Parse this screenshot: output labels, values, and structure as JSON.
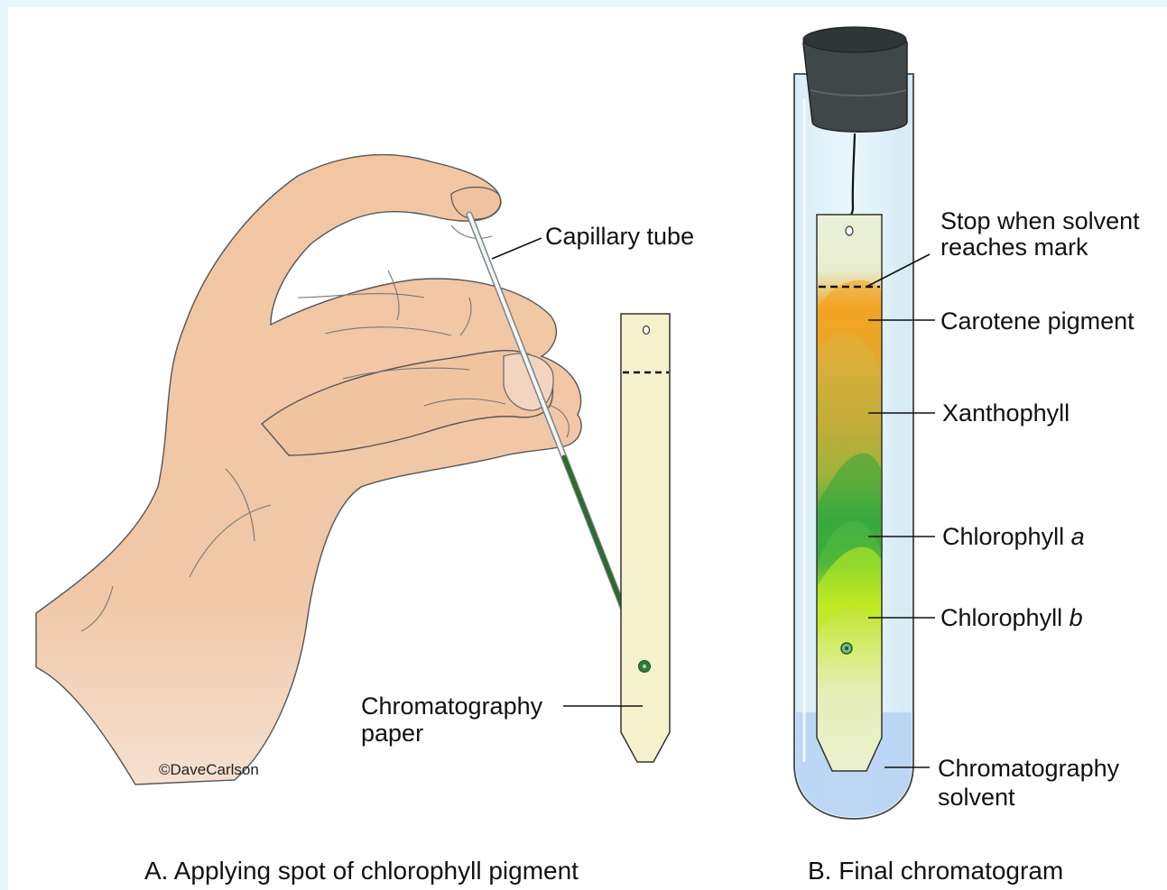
{
  "panel_a": {
    "caption": "A. Applying spot of chlorophyll pigment",
    "capillary_label": "Capillary tube",
    "paper_label_line1": "Chromatography",
    "paper_label_line2": "paper",
    "copyright": "©DaveCarlson"
  },
  "panel_b": {
    "caption": "B. Final chromatogram",
    "stop_line1": "Stop when solvent",
    "stop_line2": "reaches mark",
    "carotene": "Carotene pigment",
    "xanthophyll": "Xanthophyll",
    "chl_a_prefix": "Chlorophyll",
    "chl_a_letter": "a",
    "chl_b_prefix": "Chlorophyll",
    "chl_b_letter": "b",
    "solvent_line1": "Chromatography",
    "solvent_line2": "solvent"
  },
  "colors": {
    "skin": "#f2c9a8",
    "paper": "#f6f1cd",
    "carotene": "#f0a020",
    "xanthophyll": "#c8b040",
    "chlorophyll_a": "#3aa83a",
    "chlorophyll_b": "#c8e830",
    "solvent": "#b8d4f4",
    "stopper": "#3f4749",
    "capillary_fill": "#2f6b2f"
  }
}
